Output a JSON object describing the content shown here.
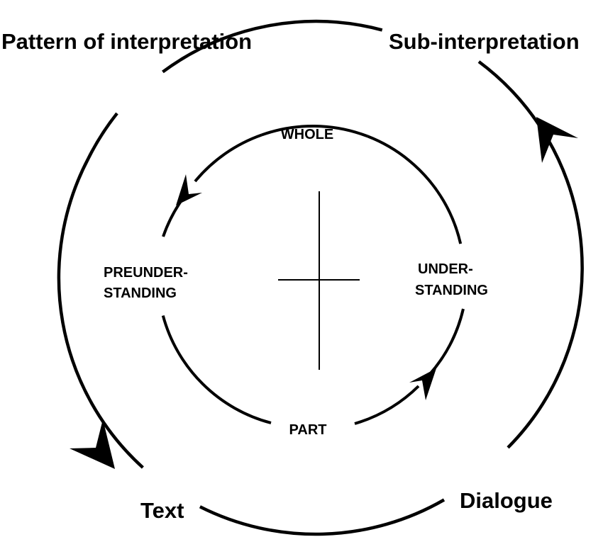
{
  "outer": {
    "top_left": "Pattern of interpretation",
    "top_right": "Sub-interpretation",
    "bottom_left": "Text",
    "bottom_right": "Dialogue"
  },
  "inner": {
    "top": "WHOLE",
    "bottom": "PART",
    "left_line1": "PREUNDER-",
    "left_line2": "STANDING",
    "right_line1": "UNDER-",
    "right_line2": "STANDING"
  },
  "colors": {
    "ink": "#000000",
    "background": "#ffffff"
  }
}
